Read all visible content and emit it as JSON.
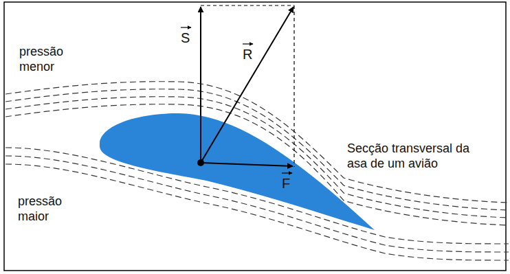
{
  "diagram": {
    "labels": [
      "S",
      "R",
      "pressão menor",
      "Secção transversal da asa de um avião",
      "pressão maior",
      "F"
    ]
  }
}
